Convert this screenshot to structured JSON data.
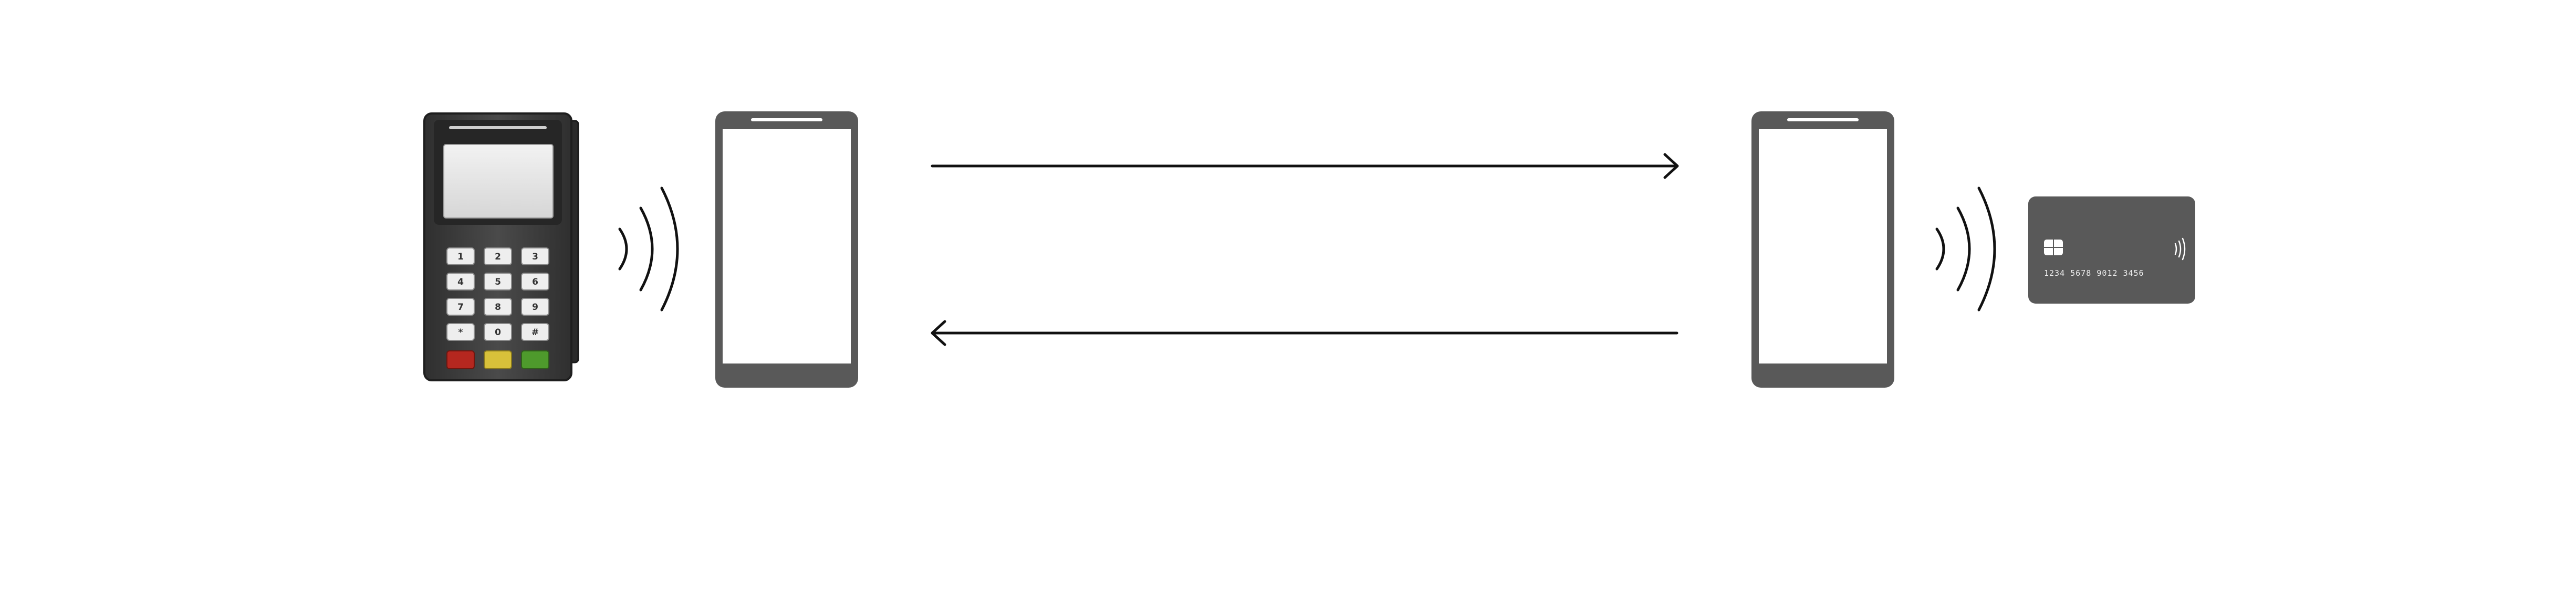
{
  "colors": {
    "background": "#ffffff",
    "device_gray": "#595959",
    "terminal_body": "#3a3a3a",
    "terminal_screen": "#e6e6e6",
    "key_face": "#eeeeee",
    "key_cancel": "#b5271f",
    "key_clear": "#d8c13a",
    "key_enter": "#4e9a2c",
    "line": "#111111"
  },
  "terminal": {
    "icon": "pos-terminal-icon",
    "keys": [
      "1",
      "2",
      "3",
      "4",
      "5",
      "6",
      "7",
      "8",
      "9",
      "*",
      "0",
      "#"
    ]
  },
  "nfc_wave_icon": "contactless-waves-icon",
  "phone_icon": "smartphone-icon",
  "arrows": [
    {
      "direction": "right",
      "label": ""
    },
    {
      "direction": "left",
      "label": ""
    }
  ],
  "card": {
    "icon": "payment-card-icon",
    "number": "1234 5678 9012 3456",
    "chip_icon": "chip-icon",
    "contactless_icon": "contactless-symbol-icon"
  }
}
